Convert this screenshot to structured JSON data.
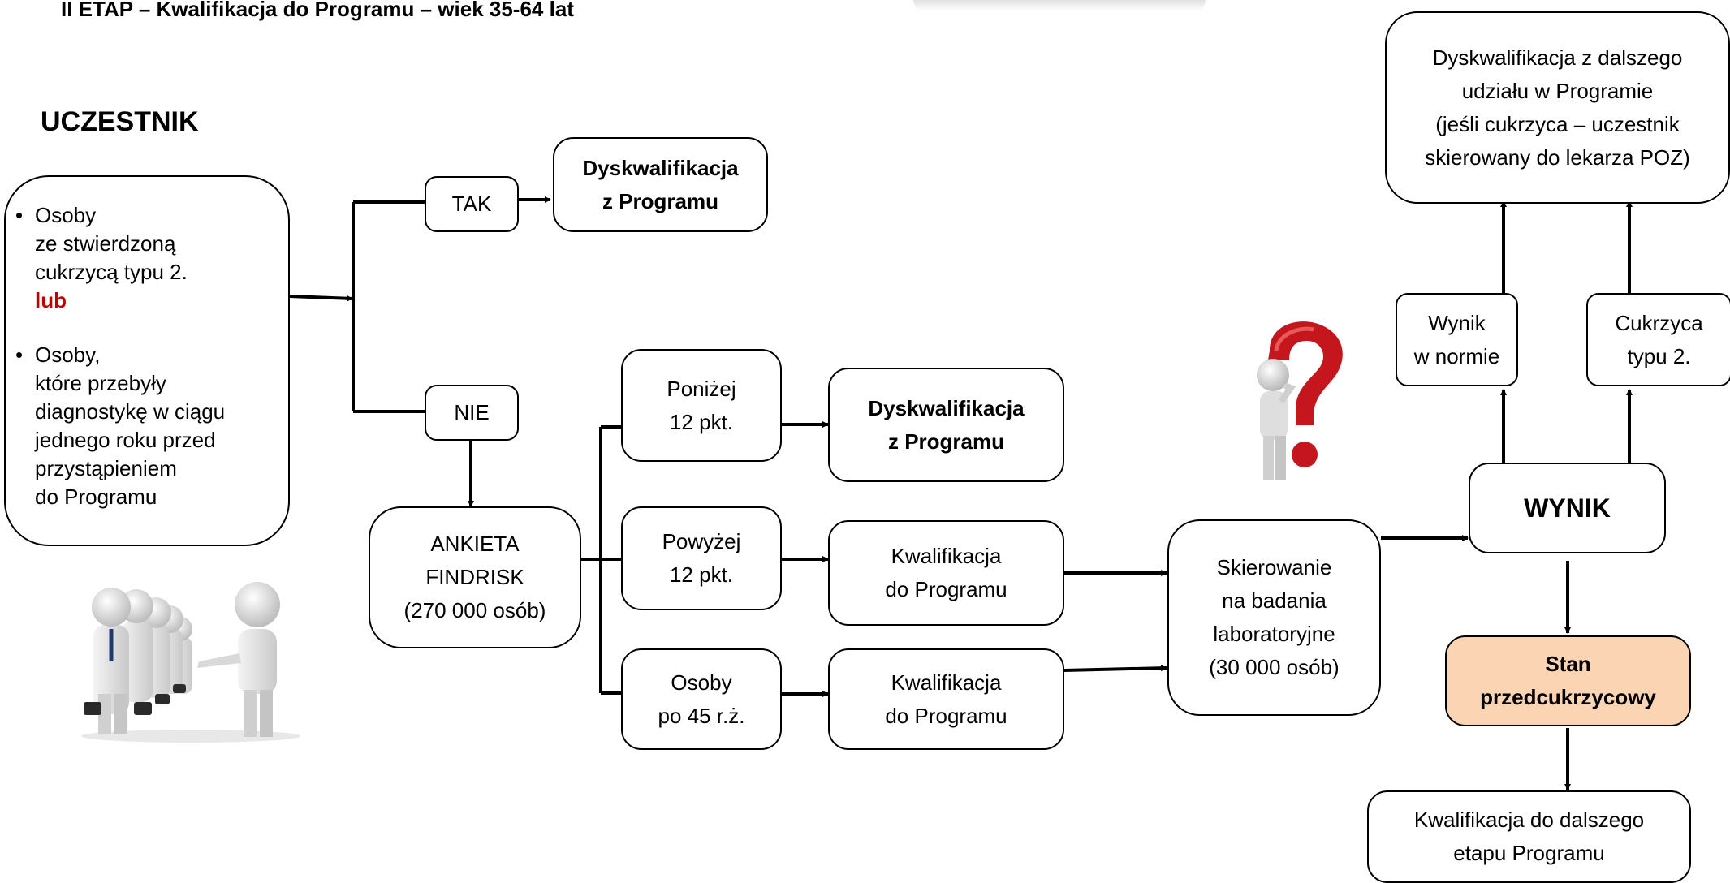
{
  "header": {
    "title": "II ETAP – Kwalifikacja do Programu – wiek 35-64 lat",
    "section_label": "UCZESTNIK"
  },
  "participant_box": {
    "item1_lines": [
      "Osoby",
      "ze stwierdzoną",
      "cukrzycą typu 2."
    ],
    "connector_word": "lub",
    "item2_lines": [
      "Osoby,",
      "które przebyły",
      "diagnostykę w ciągu",
      "jednego roku przed",
      "przystąpieniem",
      "do Programu"
    ],
    "connector_color": "#c00000"
  },
  "decision": {
    "yes": "TAK",
    "no": "NIE"
  },
  "disqualify_top": [
    "Dyskwalifikacja",
    "z Programu"
  ],
  "survey": [
    "ANKIETA",
    "FINDRISK",
    "(270 000 osób)"
  ],
  "branches": {
    "below": [
      "Poniżej",
      "12 pkt."
    ],
    "above": [
      "Powyżej",
      "12 pkt."
    ],
    "over45": [
      "Osoby",
      "po 45 r.ż."
    ]
  },
  "disqualify_mid": [
    "Dyskwalifikacja",
    "z Programu"
  ],
  "qualify_1": [
    "Kwalifikacja",
    "do Programu"
  ],
  "qualify_2": [
    "Kwalifikacja",
    "do Programu"
  ],
  "referral": [
    "Skierowanie",
    "na badania",
    "laboratoryjne",
    "(30 000 osób)"
  ],
  "result": {
    "label": "WYNIK"
  },
  "normal_result": [
    "Wynik",
    "w normie"
  ],
  "diabetes_2": [
    "Cukrzyca",
    "typu 2."
  ],
  "disqualify_further": [
    "Dyskwalifikacja z dalszego",
    "udziału w Programie",
    "(jeśli cukrzyca – uczestnik",
    "skierowany do lekarza POZ)"
  ],
  "prediabetes": {
    "lines": [
      "Stan",
      "przedcukrzycowy"
    ],
    "fill": "#fbd4b4"
  },
  "qualify_next": [
    "Kwalifikacja do dalszego",
    "etapu Programu"
  ],
  "illustrations": {
    "group_icon": "people-group-illustration",
    "question_icon": "question-mark-figure-illustration",
    "question_color": "#c4161c"
  }
}
